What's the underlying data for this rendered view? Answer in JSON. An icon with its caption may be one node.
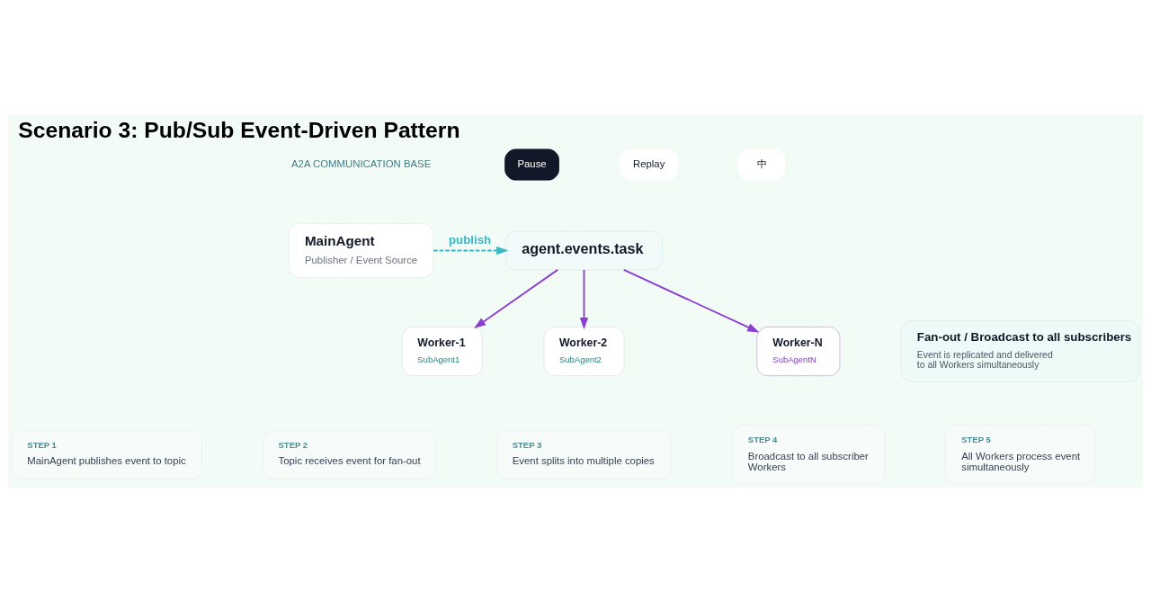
{
  "diagram": {
    "title": "Scenario 3: Pub/Sub Event-Driven Pattern",
    "nodes": [
      {
        "text": [
          "MainAgent",
          "Publisher / Event Source"
        ]
      },
      {
        "text": [
          "agent.events.task"
        ]
      },
      {
        "text": [
          "Fan-out / Broadcast to all subscribers",
          "Event is replicated and delivered to all Workers simultaneously"
        ]
      },
      {
        "text": [
          "Worker-1",
          "SubAgent1"
        ]
      },
      {
        "text": [
          "Worker-2",
          "SubAgent2"
        ]
      },
      {
        "text": [
          "Worker-N",
          "SubAgentN"
        ]
      },
      {
        "text": [
          "STEP 1",
          "MainAgent publishes event to topic"
        ]
      },
      {
        "text": [
          "STEP 2",
          "Topic receives event for fan-out"
        ]
      },
      {
        "text": [
          "STEP 3",
          "Event splits into multiple copies"
        ]
      },
      {
        "text": [
          "STEP 4",
          "Broadcast to all subscriber Workers"
        ]
      },
      {
        "text": [
          "STEP 5",
          "All Workers process event simultaneously"
        ]
      }
    ],
    "edges": [
      {
        "from": 0,
        "to": 1,
        "arrow": "to",
        "label": "publish",
        "style": "dashed",
        "color": "#3bb8c4"
      },
      {
        "from": 1,
        "to": 3,
        "arrow": "to"
      },
      {
        "from": 1,
        "to": 4,
        "arrow": "to"
      },
      {
        "from": 1,
        "to": 5,
        "arrow": "to"
      }
    ],
    "labels": [
      "A2A COMMUNICATION BASE",
      "Pause",
      "Replay",
      "中"
    ]
  }
}
